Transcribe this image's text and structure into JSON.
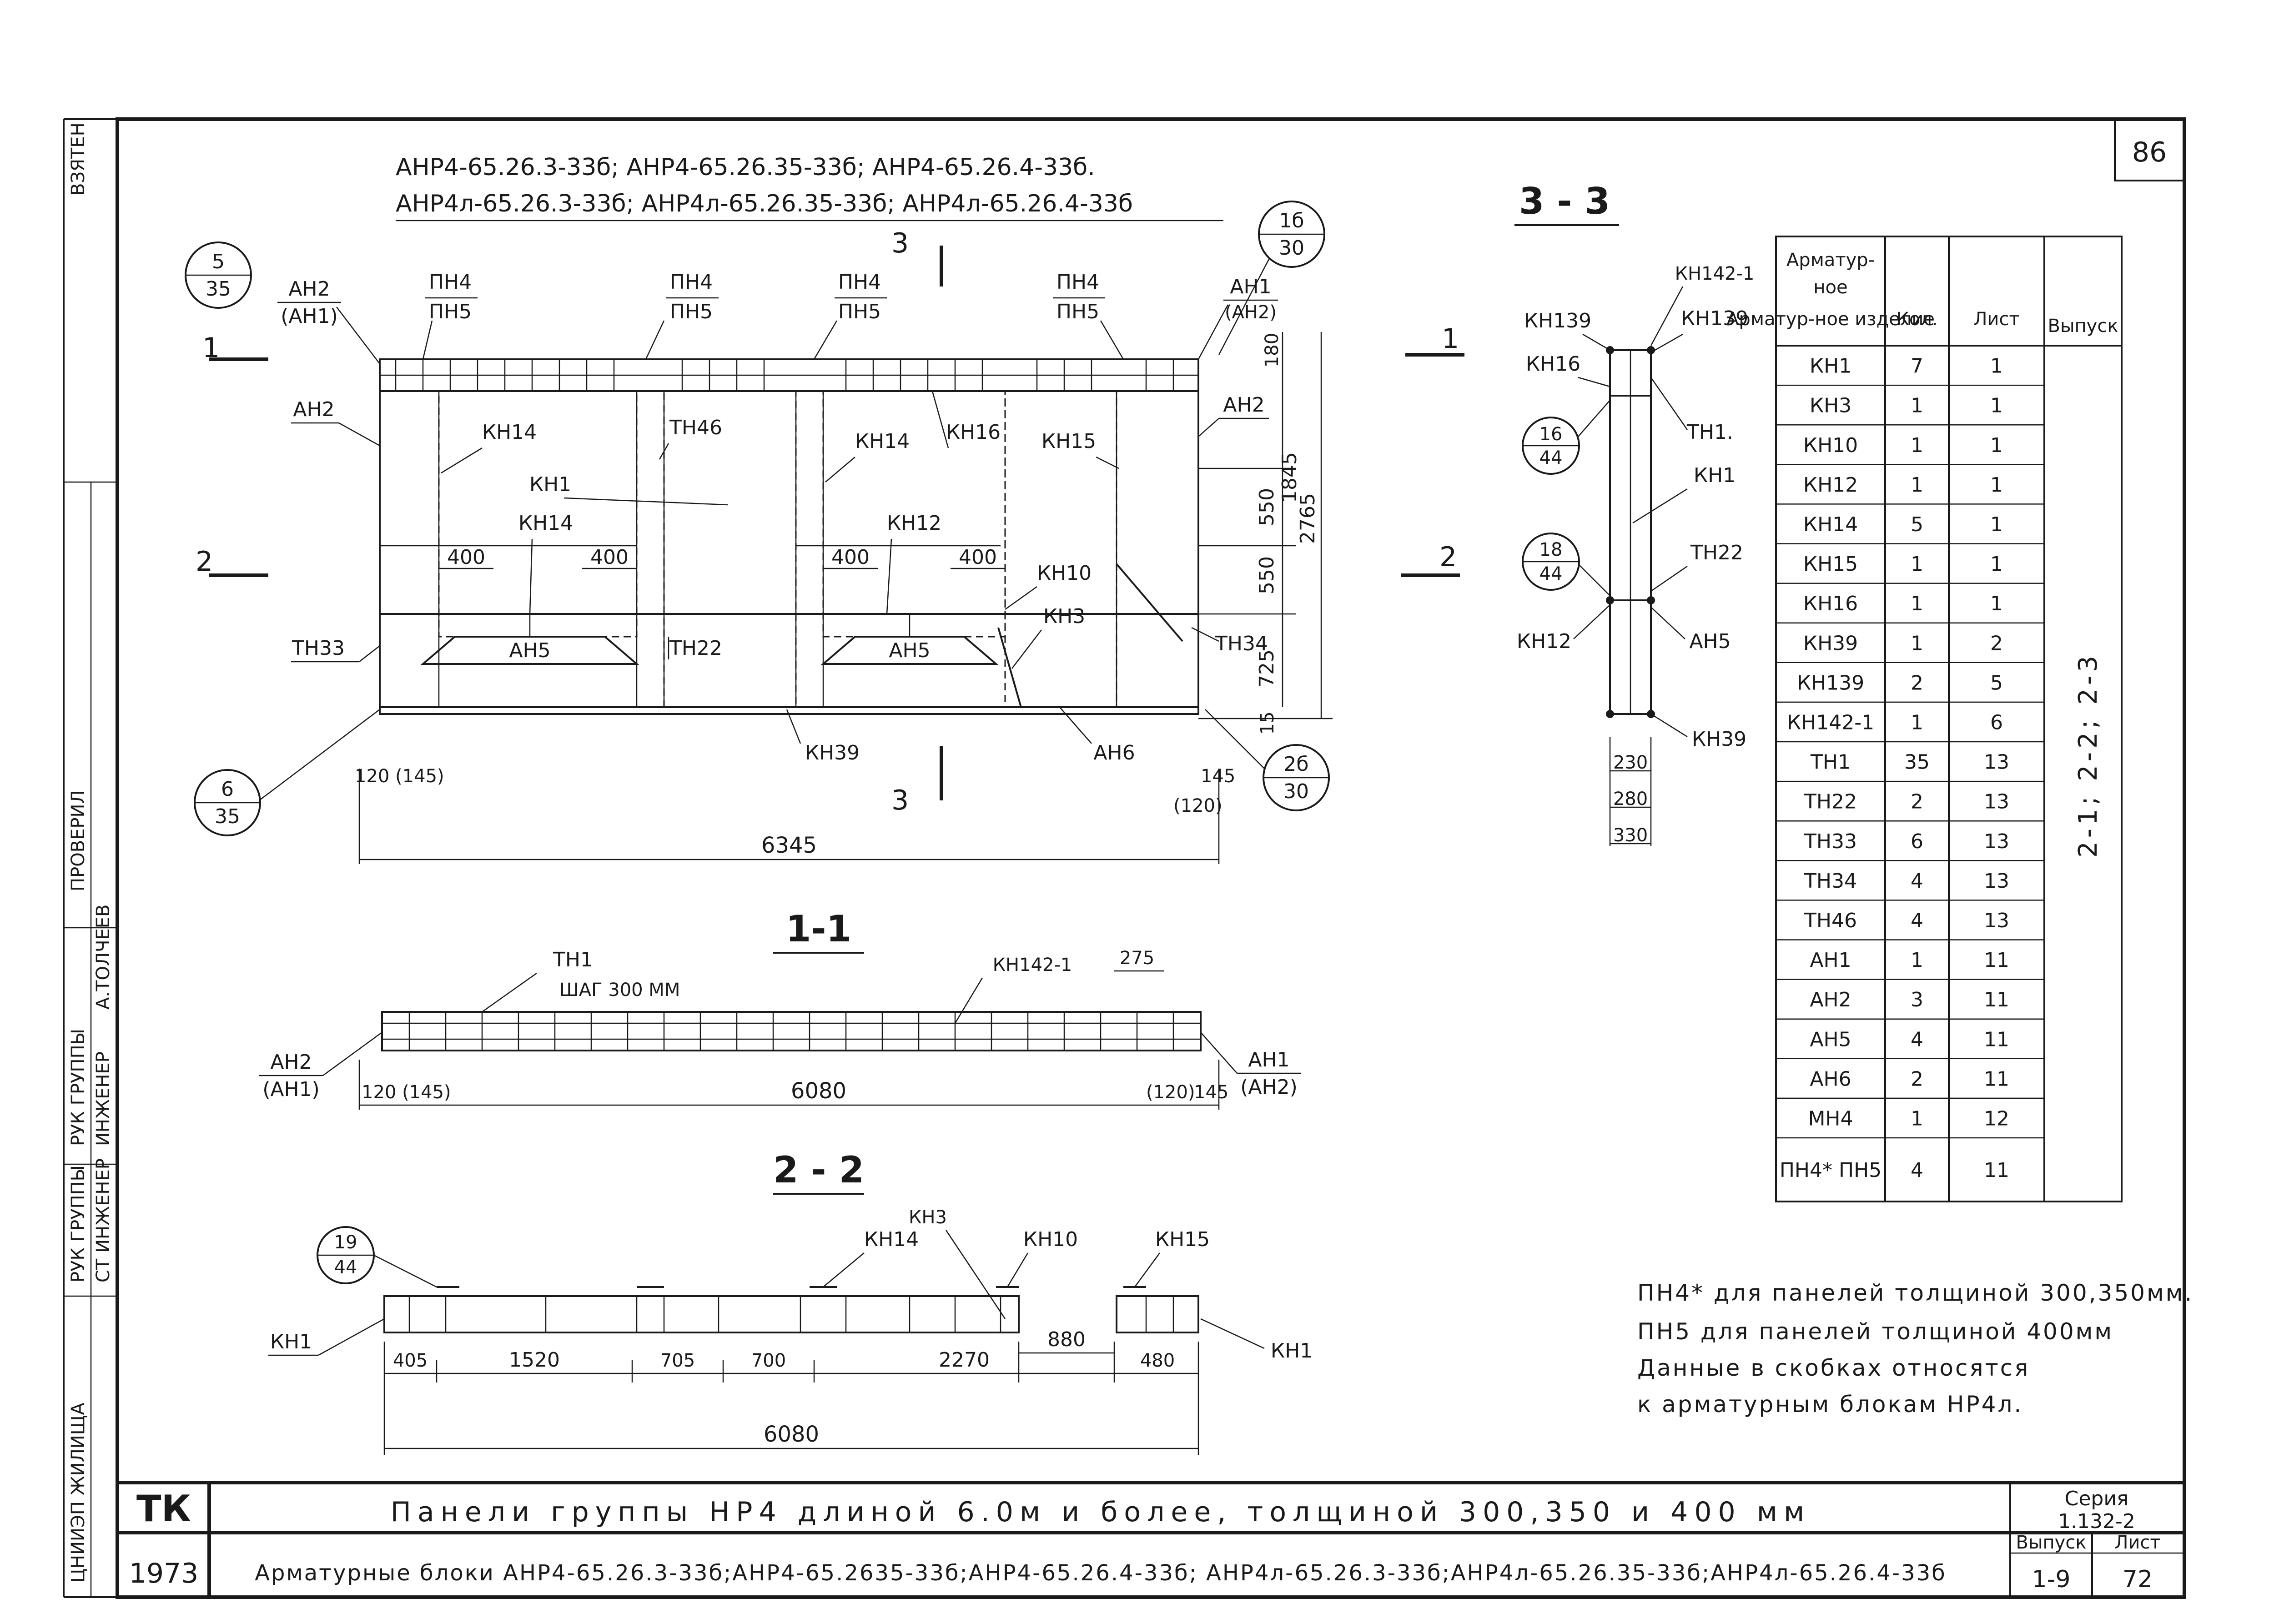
{
  "sheet": {
    "number": "86",
    "header_line1": "АНР4-65.26.3-33б;   АНР4-65.26.35-33б;  АНР4-65.26.4-33б.",
    "header_line2": "АНР4л-65.26.3-33б;   АНР4л-65.26.35-33б;  АНР4л-65.26.4-33б",
    "left_strip": [
      "ЦНИИЭП ЖИЛИЩА",
      "РУК ГРУППЫ",
      "СТ ИНЖЕНЕР",
      "ПРОВЕРИЛ",
      "РУК ГРУППЫ",
      "ИНЖЕНЕР",
      "А.ТОЛЧЕЕВ",
      "ВЗЯТЕН"
    ]
  },
  "front_view": {
    "labels": {
      "pn4_1": "ПН4",
      "pn5_1": "ПН5",
      "pn4_2": "ПН4",
      "pn5_2": "ПН5",
      "pn4_3": "ПН4",
      "pn5_3": "ПН5",
      "pn4_4": "ПН4",
      "pn5_4": "ПН5",
      "an2_top": "АН2",
      "an1_paren": "(АН1)",
      "an1_top": "АН1",
      "an2_paren": "(АН2)",
      "an2_left": "АН2",
      "an2_right": "АН2",
      "kn14_a": "КН14",
      "th46": "ТН46",
      "kn14_b": "КН14",
      "kn16": "КН16",
      "kn15": "КН15",
      "kn1": "КН1",
      "kn14_c": "КН14",
      "kn12": "КН12",
      "kn10": "КН10",
      "kn3": "КН3",
      "an5_a": "АН5",
      "an5_b": "АН5",
      "th22": "ТН22",
      "th33": "ТН33",
      "th34": "ТН34",
      "kn39": "КН39",
      "an6": "АН6",
      "d400_1": "400",
      "d400_2": "400",
      "d400_3": "400",
      "d400_4": "400",
      "d550_1": "550",
      "d550_2": "550",
      "d180": "180",
      "d1845": "1845",
      "d2765": "2765",
      "d725": "725",
      "d15": "15",
      "d120_145": "120 (145)",
      "d145": "145",
      "d120p": "(120)",
      "d6345": "6345",
      "sec1": "1",
      "sec2": "2",
      "sec3": "3"
    },
    "callouts": [
      {
        "top": "5",
        "bottom": "35"
      },
      {
        "top": "1б",
        "bottom": "30"
      },
      {
        "top": "6",
        "bottom": "35"
      },
      {
        "top": "2б",
        "bottom": "30"
      }
    ]
  },
  "section_3_3": {
    "title": "3 - 3",
    "labels": {
      "kn142": "КН142-1",
      "kn139_l": "КН139",
      "kn139_r": "КН139",
      "kn16": "КН16",
      "th1": "ТН1.",
      "kn1": "КН1",
      "th22": "ТН22",
      "kn12": "КН12",
      "an5": "АН5",
      "kn39": "КН39",
      "w230": "230",
      "w280": "280",
      "w330": "330"
    },
    "callouts": [
      {
        "top": "16",
        "bottom": "44"
      },
      {
        "top": "18",
        "bottom": "44"
      }
    ]
  },
  "section_1_1": {
    "title": "1-1",
    "labels": {
      "th1": "ТН1",
      "step": "ШАГ 300 ММ",
      "kn142": "КН142-1",
      "d275": "275",
      "an2": "АН2",
      "an1p": "(АН1)",
      "an1": "АН1",
      "an2p": "(АН2)",
      "d120_145": "120 (145)",
      "d6080": "6080",
      "d120p": "(120)",
      "d145": "145"
    }
  },
  "section_2_2": {
    "title": "2 - 2",
    "labels": {
      "kn3": "КН3",
      "kn14": "КН14",
      "kn10": "КН10",
      "kn15": "КН15",
      "kn1_l": "КН1",
      "kn1_r": "КН1",
      "d405": "405",
      "d1520": "1520",
      "d705": "705",
      "d700": "700",
      "d2270": "2270",
      "d880": "880",
      "d480": "480",
      "d6080": "6080"
    },
    "callouts": [
      {
        "top": "19",
        "bottom": "44"
      }
    ]
  },
  "spec_table": {
    "headers": [
      "Арматур-ное изделие",
      "Кол.",
      "Лист",
      "Выпуск"
    ],
    "rows": [
      [
        "КН1",
        "7",
        "1"
      ],
      [
        "КН3",
        "1",
        "1"
      ],
      [
        "КН10",
        "1",
        "1"
      ],
      [
        "КН12",
        "1",
        "1"
      ],
      [
        "КН14",
        "5",
        "1"
      ],
      [
        "КН15",
        "1",
        "1"
      ],
      [
        "КН16",
        "1",
        "1"
      ],
      [
        "КН39",
        "1",
        "2"
      ],
      [
        "КН139",
        "2",
        "5"
      ],
      [
        "КН142-1",
        "1",
        "6"
      ],
      [
        "ТН1",
        "35",
        "13"
      ],
      [
        "ТН22",
        "2",
        "13"
      ],
      [
        "ТН33",
        "6",
        "13"
      ],
      [
        "ТН34",
        "4",
        "13"
      ],
      [
        "ТН46",
        "4",
        "13"
      ],
      [
        "АН1",
        "1",
        "11"
      ],
      [
        "АН2",
        "3",
        "11"
      ],
      [
        "АН5",
        "4",
        "11"
      ],
      [
        "АН6",
        "2",
        "11"
      ],
      [
        "МН4",
        "1",
        "12"
      ],
      [
        "ПН4* ПН5",
        "4",
        "11"
      ]
    ],
    "release": "2-1; 2-2; 2-3"
  },
  "notes": [
    "ПН4* для панелей толщиной 300,350мм.",
    "ПН5 для панелей толщиной 400мм",
    "Данные в скобках относятся",
    "к арматурным блокам НР4л."
  ],
  "title_block": {
    "code": "ТК",
    "year": "1973",
    "title": "Панели группы НР4 длиной 6.0м и более, толщиной 300,350 и 400 мм",
    "subtitle": "Арматурные блоки АНР4-65.26.3-33б;АНР4-65.2635-33б;АНР4-65.26.4-33б; АНР4л-65.26.3-33б;АНР4л-65.26.35-33б;АНР4л-65.26.4-33б",
    "series_label": "Серия",
    "series_value": "1.132-2",
    "issue_label": "Выпуск",
    "issue_value": "1-9",
    "sheet_label": "Лист",
    "sheet_value": "72"
  }
}
